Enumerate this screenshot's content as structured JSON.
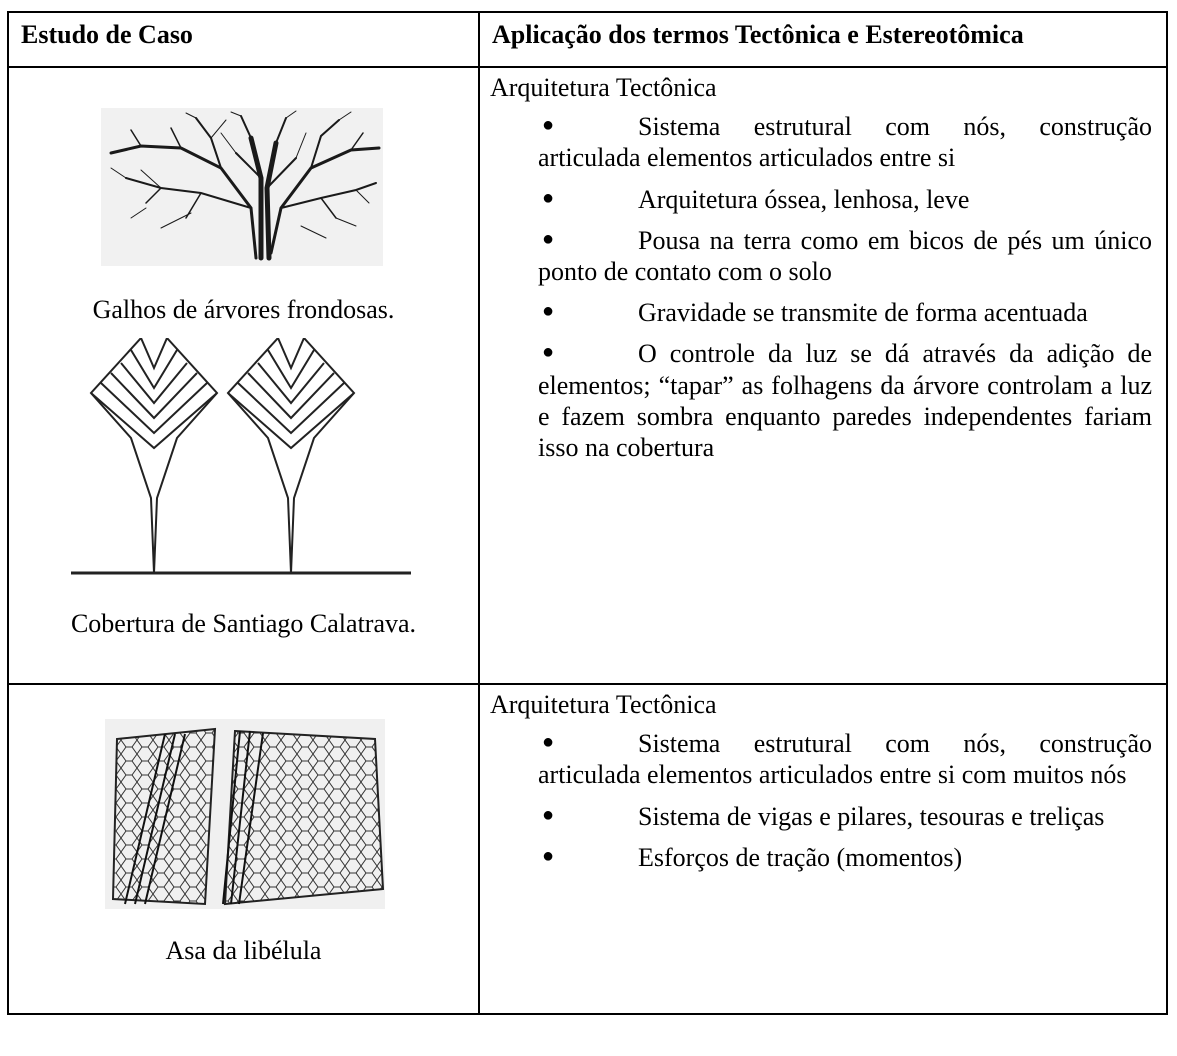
{
  "table": {
    "headers": [
      "Estudo de Caso",
      "Aplicação dos termos Tectônica e Estereotômica"
    ],
    "rows": [
      {
        "captions": [
          "Galhos de árvores frondosas.",
          "Cobertura de Santiago Calatrava."
        ],
        "section_title": "Arquitetura Tectônica",
        "bullets": [
          "Sistema estrutural com nós, construção articulada  elementos articulados entre si",
          "Arquitetura óssea, lenhosa, leve",
          "Pousa na terra como em bicos de pés  um único ponto de contato com o solo",
          "Gravidade se transmite de forma acentuada",
          "O controle da luz se dá através da adição de elementos; “tapar”  as folhagens da árvore controlam a luz e fazem sombra enquanto paredes independentes fariam isso na cobertura"
        ]
      },
      {
        "captions": [
          "Asa da libélula"
        ],
        "section_title": "Arquitetura Tectônica",
        "bullets": [
          "Sistema estrutural com nós, construção articulada  elementos articulados entre si com muitos nós",
          "Sistema de vigas e pilares, tesouras e treliças",
          "Esforços de tração (momentos)"
        ]
      }
    ]
  },
  "bullet_glyph": "●"
}
